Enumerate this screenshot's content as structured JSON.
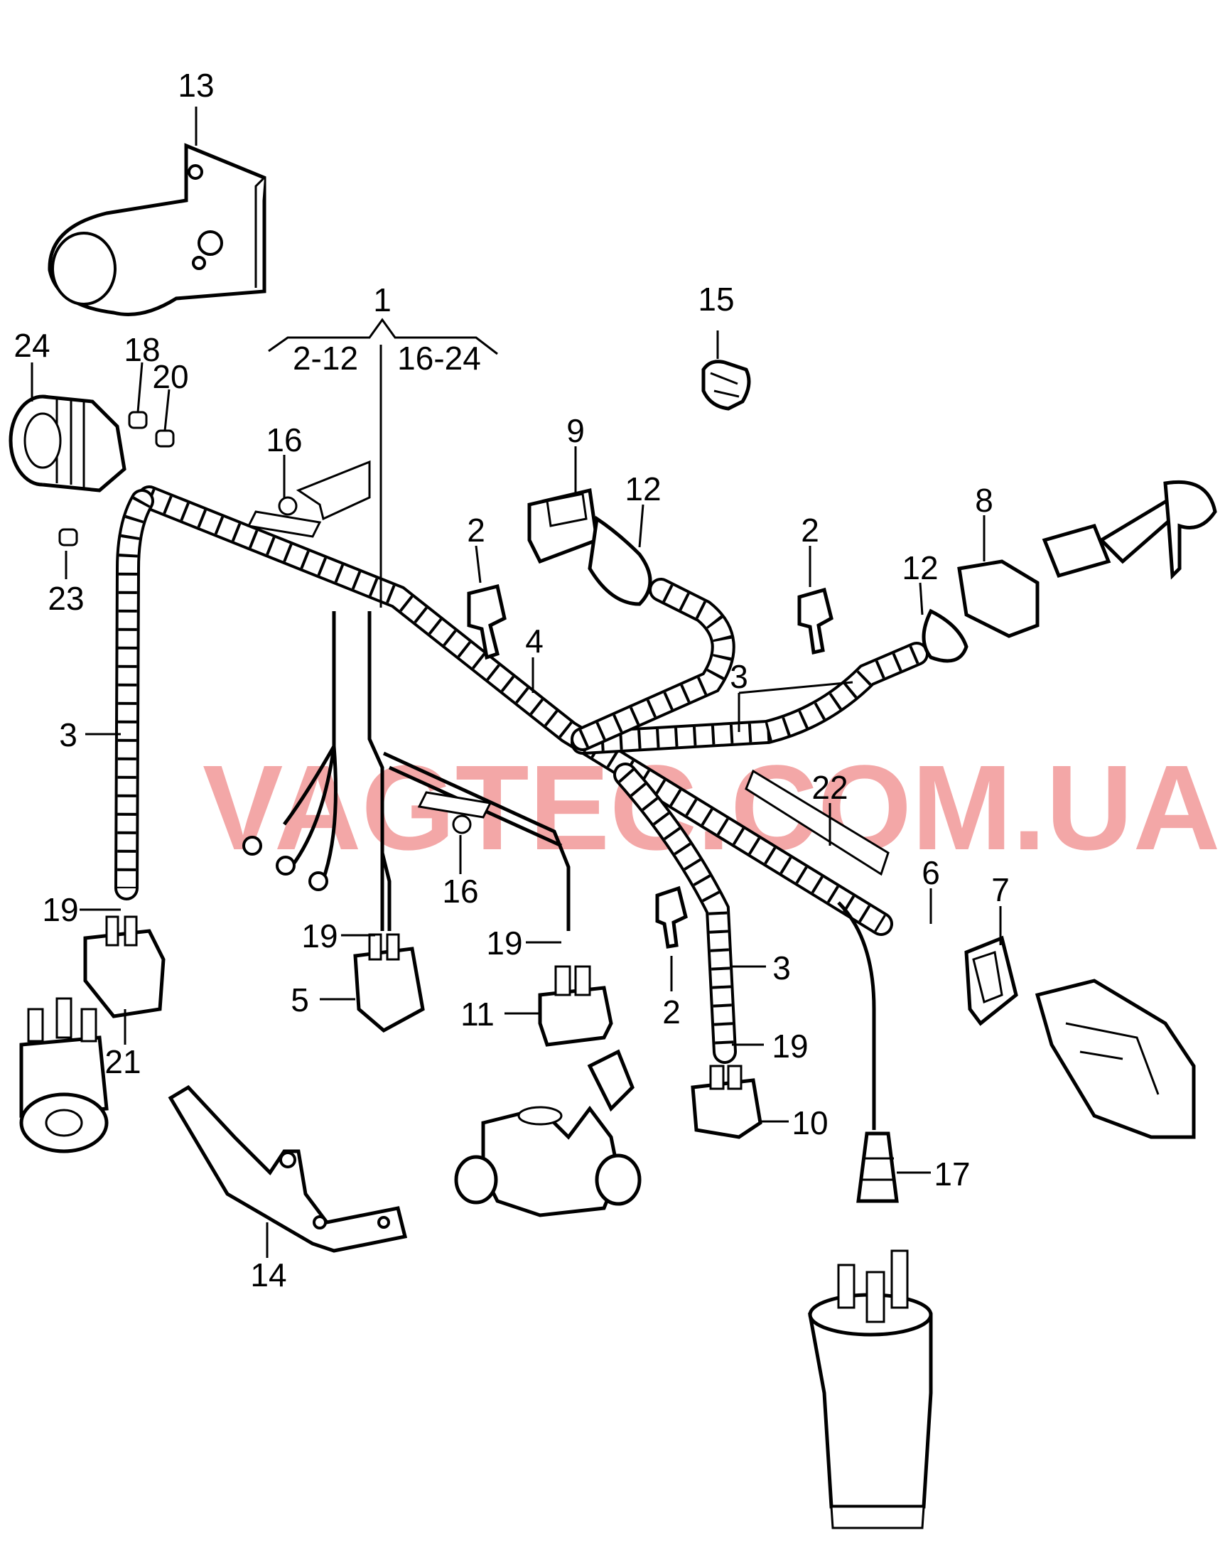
{
  "watermark": "VAGTEC.COM.UA",
  "group_labels": {
    "main": "1",
    "left_range": "2-12",
    "right_range": "16-24"
  },
  "callouts": {
    "c13": "13",
    "c15": "15",
    "c24": "24",
    "c18": "18",
    "c20": "20",
    "c23": "23",
    "c16a": "16",
    "c9": "9",
    "c12a": "12",
    "c2a": "2",
    "c4": "4",
    "c2b": "2",
    "c8": "8",
    "c12b": "12",
    "c3a": "3",
    "c3b": "3",
    "c22": "22",
    "c16b": "16",
    "c6": "6",
    "c7": "7",
    "c19a": "19",
    "c19b": "19",
    "c19c": "19",
    "c5": "5",
    "c11": "11",
    "c2c": "2",
    "c3c": "3",
    "c19d": "19",
    "c21": "21",
    "c10": "10",
    "c17": "17",
    "c14": "14"
  }
}
